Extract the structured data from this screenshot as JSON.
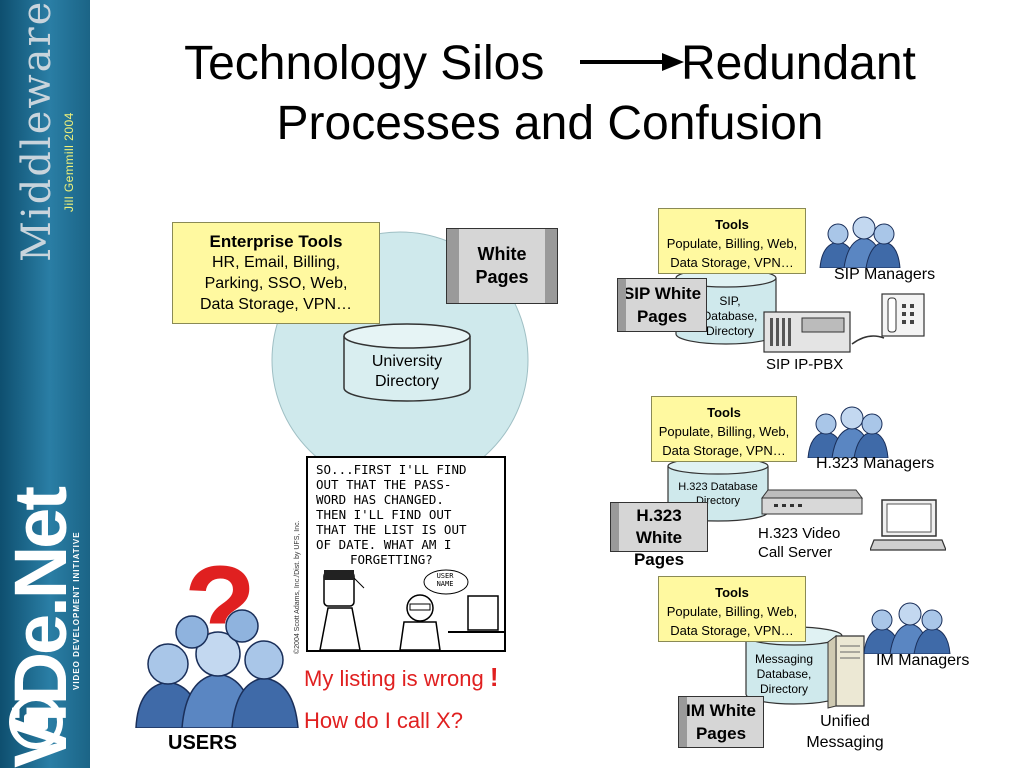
{
  "sidebar": {
    "middleware": "Middleware",
    "author": "Jill Gemmill 2004",
    "logo": "ViDe.Net",
    "initiative": "VIDEO DEVELOPMENT INITIATIVE"
  },
  "title": {
    "left": "Technology Silos",
    "right": "Redundant",
    "line2": "Processes and Confusion"
  },
  "left": {
    "enterprise_title": "Enterprise Tools",
    "enterprise_lines": [
      "HR, Email, Billing,",
      "Parking, SSO, Web,",
      "Data Storage, VPN…"
    ],
    "white_pages": [
      "White",
      "Pages"
    ],
    "directory": [
      "University",
      "Directory"
    ],
    "comic": [
      "SO...FIRST I'LL FIND",
      "OUT THAT THE PASS-",
      "WORD HAS CHANGED.",
      "THEN I'LL FIND OUT",
      "THAT THE LIST IS OUT",
      "OF DATE. WHAT AM I",
      "FORGETTING?"
    ],
    "comic_bubble": [
      "USER",
      "NAME"
    ],
    "comic_credit": "©2004 Scott Adams, Inc./Dist. by UFS, Inc.",
    "users": "USERS",
    "complaint1": "My listing is wrong",
    "complaint1_mark": "!",
    "complaint2": "How do I call X?"
  },
  "sip": {
    "tools_title": "Tools",
    "tools_lines": [
      "Populate, Billing, Web,",
      "Data Storage, VPN…"
    ],
    "white_pages": [
      "SIP White",
      "Pages"
    ],
    "db": [
      "SIP,",
      "Database,",
      "Directory"
    ],
    "managers": "SIP Managers",
    "pbx": "SIP IP-PBX"
  },
  "h323": {
    "tools_title": "Tools",
    "tools_lines": [
      "Populate, Billing, Web,",
      "Data Storage, VPN…"
    ],
    "white_pages": [
      "H.323 White",
      "Pages"
    ],
    "db": [
      "H.323 Database",
      "Directory"
    ],
    "managers": "H.323 Managers",
    "server": [
      "H.323 Video",
      "Call Server"
    ]
  },
  "im": {
    "tools_title": "Tools",
    "tools_lines": [
      "Populate, Billing, Web,",
      "Data Storage, VPN…"
    ],
    "white_pages": [
      "IM White",
      "Pages"
    ],
    "db": [
      "Messaging",
      "Database,",
      "Directory"
    ],
    "managers": "IM Managers",
    "unified": [
      "Unified",
      "Messaging"
    ]
  },
  "colors": {
    "sidebar": "#1f6b8e",
    "note_yellow": "#fff9a0",
    "bubble_cyan": "#cfe9ec",
    "complaint_red": "#e02020"
  }
}
